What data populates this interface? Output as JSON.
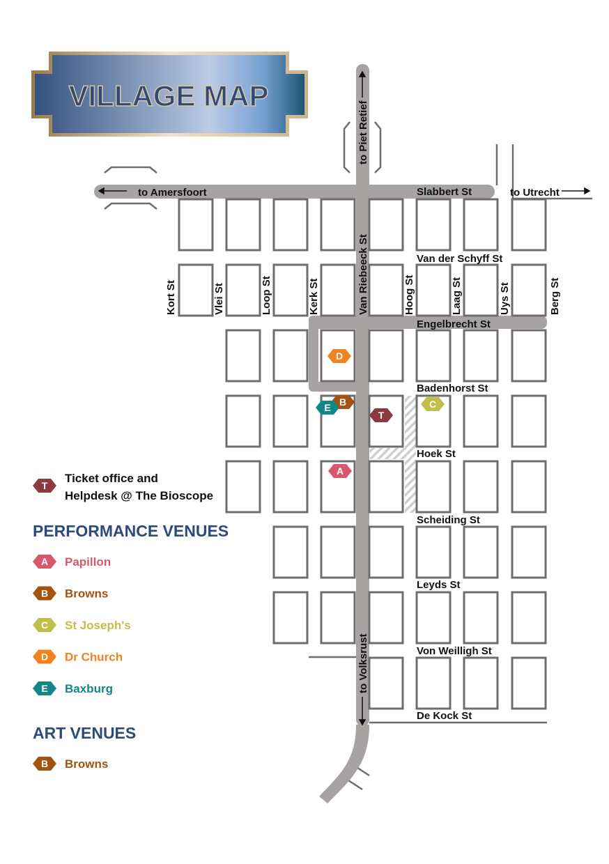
{
  "title": "VILLAGE MAP",
  "streets": {
    "slabbert": "Slabbert St",
    "van_der_schyff": "Van der Schyff St",
    "engelbrecht": "Engelbrecht St",
    "badenhorst": "Badenhorst St",
    "hoek": "Hoek St",
    "scheiding": "Scheiding St",
    "leyds": "Leyds St",
    "von_weilligh": "Von Weilligh St",
    "de_kock": "De Kock St",
    "kort": "Kort St",
    "vlei": "Vlei St",
    "loop": "Loop St",
    "kerk": "Kerk St",
    "van_riebeeck": "Van Riebeeck St",
    "hoog": "Hoog St",
    "laag": "Laag St",
    "uys": "Uys St",
    "berg": "Berg St"
  },
  "directions": {
    "amersfoort": "to Amersfoort",
    "utrecht": "to Utrecht",
    "piet_retief": "to Piet Retief",
    "volksrust": "to Volksrust"
  },
  "markers": {
    "T": {
      "letter": "T",
      "color": "#8a3a40"
    },
    "A": {
      "letter": "A",
      "color": "#d9566f"
    },
    "B": {
      "letter": "B",
      "color": "#a4520f"
    },
    "C": {
      "letter": "C",
      "color": "#c3bd4b"
    },
    "D": {
      "letter": "D",
      "color": "#f0821f"
    },
    "E": {
      "letter": "E",
      "color": "#128785"
    }
  },
  "legend": {
    "ticket_line1": "Ticket office and",
    "ticket_line2": "Helpdesk @ The Bioscope",
    "performance_heading": "PERFORMANCE VENUES",
    "performance": [
      {
        "letter": "A",
        "name": "Papillon"
      },
      {
        "letter": "B",
        "name": "Browns"
      },
      {
        "letter": "C",
        "name": "St Joseph's"
      },
      {
        "letter": "D",
        "name": "Dr Church"
      },
      {
        "letter": "E",
        "name": "Baxburg"
      }
    ],
    "art_heading": "ART VENUES",
    "art": [
      {
        "letter": "B",
        "name": "Browns"
      }
    ]
  }
}
